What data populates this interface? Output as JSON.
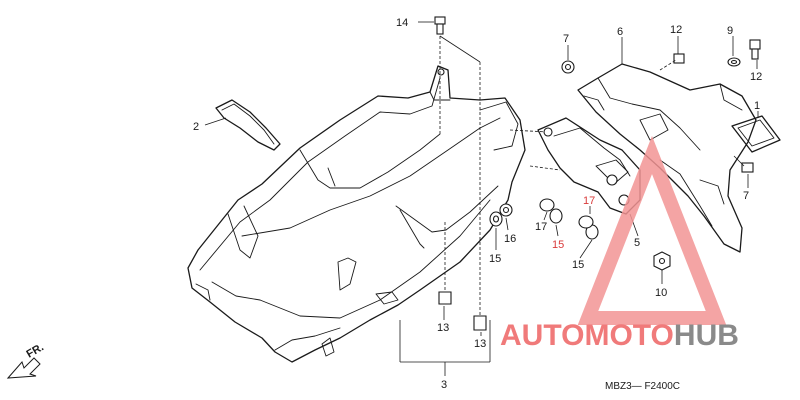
{
  "callouts": {
    "c14": "14",
    "c2": "2",
    "c7a": "7",
    "c6": "6",
    "c12a": "12",
    "c9": "9",
    "c12b": "12",
    "c1": "1",
    "c7b": "7",
    "c17a": "17",
    "c17b": "17",
    "c16": "16",
    "c15a": "15",
    "c15b": "15",
    "c15c": "15",
    "c5": "5",
    "c10": "10",
    "c13a": "13",
    "c13b": "13",
    "c3": "3"
  },
  "front_marker": "FR.",
  "drawing_ref": "MBZ3— F2400C",
  "watermark": {
    "part1": "AUTO",
    "part2": "MOTO",
    "part3": "HUB",
    "color_red": "#f07a7a",
    "color_gray": "#8a8a8a"
  }
}
